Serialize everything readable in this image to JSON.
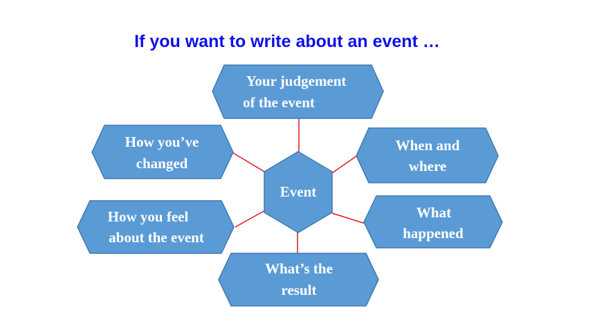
{
  "title": "If you want to write about an event …",
  "colors": {
    "title": "#1010e8",
    "node_fill": "#5b9bd5",
    "node_stroke": "#3f79b0",
    "node_text": "#ffffff",
    "connector": "#e0121e"
  },
  "center": {
    "label": "Event"
  },
  "nodes": [
    {
      "id": "judgement",
      "lines": [
        "Your judgement",
        "of the event"
      ]
    },
    {
      "id": "when-where",
      "lines": [
        "When and",
        "where"
      ]
    },
    {
      "id": "what-happened",
      "lines": [
        "What",
        "happened"
      ]
    },
    {
      "id": "result",
      "lines": [
        "What’s the",
        "result"
      ]
    },
    {
      "id": "feel",
      "lines": [
        "How you feel",
        "about the event"
      ]
    },
    {
      "id": "changed",
      "lines": [
        "How you’ve",
        "changed"
      ]
    }
  ]
}
